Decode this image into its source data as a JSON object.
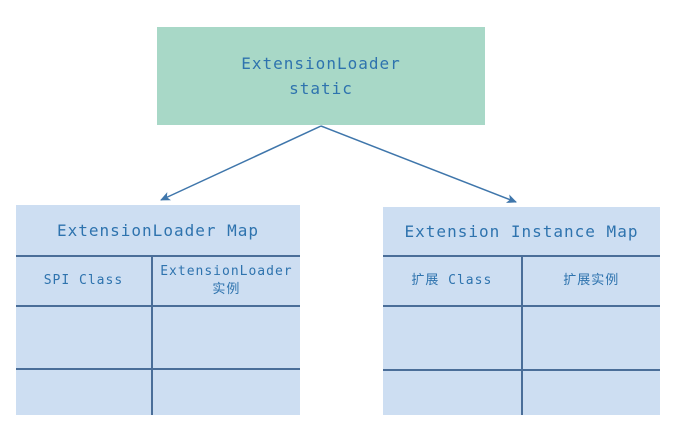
{
  "diagram": {
    "root_node": {
      "label_line1": "ExtensionLoader",
      "label_line2": "static"
    },
    "left_table": {
      "title": "ExtensionLoader Map",
      "headers": {
        "col1": "SPI Class",
        "col2_line1": "ExtensionLoader",
        "col2_line2": "实例"
      },
      "empty_row_count": 2
    },
    "right_table": {
      "title": "Extension Instance Map",
      "headers": {
        "col1": "扩展 Class",
        "col2": "扩展实例"
      },
      "empty_row_count": 2
    },
    "colors": {
      "node_fill": "#a8d8c7",
      "table_fill": "#cddef2",
      "line": "#4a6e99",
      "arrow": "#3f76ab",
      "text": "#2e73ae",
      "page_bg": "#ffffff"
    }
  }
}
